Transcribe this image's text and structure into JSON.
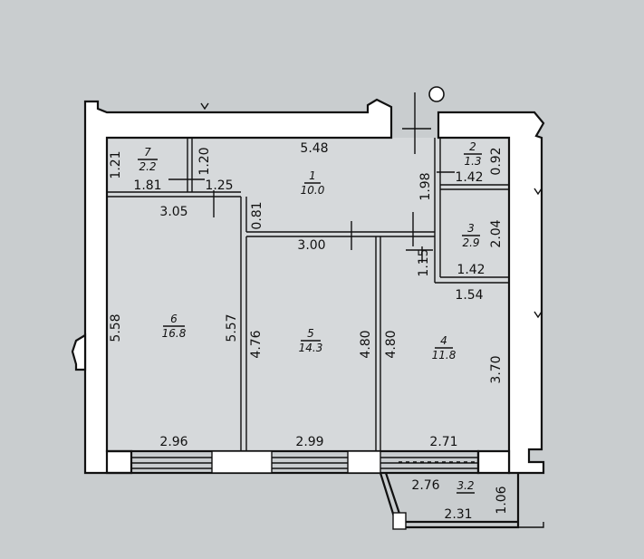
{
  "rooms": [
    {
      "number": "1",
      "area": "10.0"
    },
    {
      "number": "2",
      "area": "1.3"
    },
    {
      "number": "3",
      "area": "2.9"
    },
    {
      "number": "4",
      "area": "11.8"
    },
    {
      "number": "5",
      "area": "14.3"
    },
    {
      "number": "6",
      "area": "16.8"
    },
    {
      "number": "7",
      "area": "2.2"
    },
    {
      "number": "",
      "area": "3.2"
    }
  ],
  "dimensions": {
    "room1_width": "5.48",
    "room1_height": "1.98",
    "room1_nook": "0.81",
    "room7_depth": "1.20",
    "room7_height": "1.21",
    "room7_width": "1.81",
    "passage": "1.25",
    "room6_top": "3.05",
    "room6_left": "5.58",
    "room6_right": "5.57",
    "room6_bottom": "2.96",
    "room5_top": "3.00",
    "room5_left": "4.76",
    "room5_right": "4.80",
    "room5_bottom": "2.99",
    "room4_left": "4.80",
    "room4_right": "3.70",
    "room4_bottom": "2.71",
    "room4_door": "1.15",
    "room4_top": "1.54",
    "room2_width": "1.42",
    "room2_height": "0.92",
    "room3_width": "1.42",
    "room3_height": "2.04",
    "balcony_width": "2.76",
    "balcony_bottom": "2.31",
    "balcony_depth": "1.06"
  }
}
